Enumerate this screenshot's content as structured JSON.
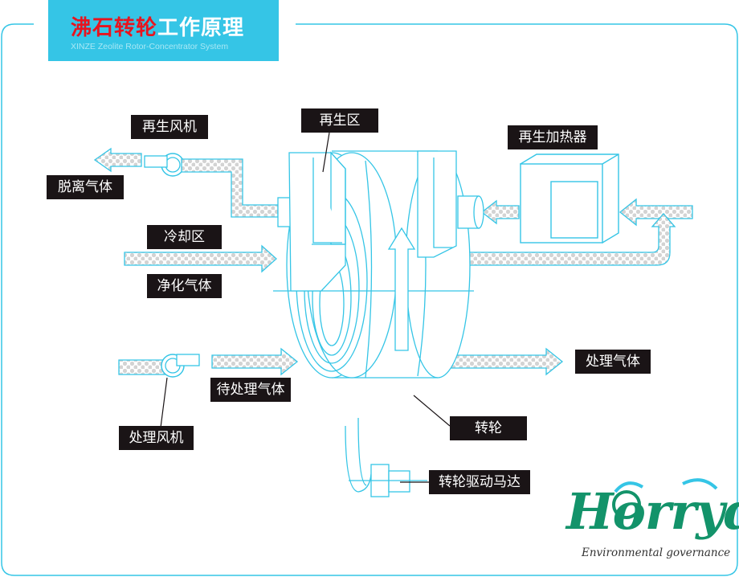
{
  "header": {
    "title_red": "沸石转轮",
    "title_white": "工作原理",
    "subtitle": "XINZE Zeolite Rotor-Concentrator System"
  },
  "labels": {
    "regen_zone": "再生区",
    "regen_fan": "再生风机",
    "exhaust_gas": "脱离气体",
    "regen_heater": "再生加热器",
    "cooling_zone": "冷却区",
    "clean_gas": "净化气体",
    "gas_to_treat": "待处理气体",
    "treated_gas": "处理气体",
    "process_fan": "处理风机",
    "rotor": "转轮",
    "rotor_motor": "转轮驱动马达"
  },
  "brand": {
    "name": "Horryd",
    "tagline": "Environmental governance"
  },
  "colors": {
    "accent": "#35c5e6",
    "label_bg": "#1a1416",
    "title_red": "#e8141e",
    "brand_green": "#13936a"
  }
}
